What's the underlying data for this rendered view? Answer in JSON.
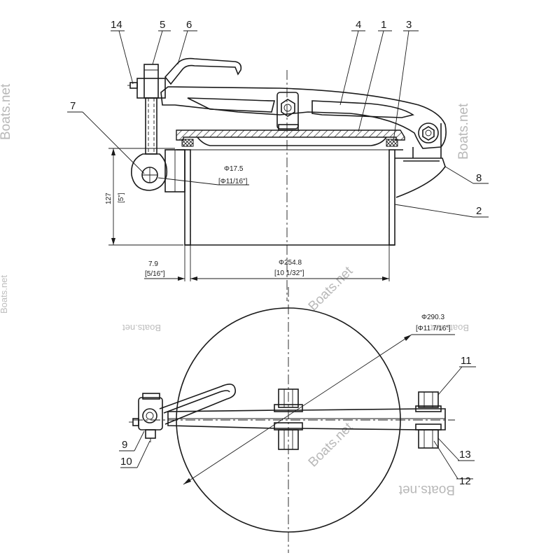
{
  "watermark": {
    "text": "Boats.net"
  },
  "callouts": {
    "p1": "1",
    "p2": "2",
    "p3": "3",
    "p4": "4",
    "p5": "5",
    "p6": "6",
    "p7": "7",
    "p8": "8",
    "p9": "9",
    "p10": "10",
    "p11": "11",
    "p12": "12",
    "p13": "13",
    "p14": "14"
  },
  "dimensions": {
    "pin_dia_mm": "Φ17.5",
    "pin_dia_in": "[Φ11/16\"]",
    "height_mm": "127",
    "height_in": "[5\"]",
    "wall_mm": "7.9",
    "wall_in": "[5/16\"]",
    "bore_dia_mm": "Φ254.8",
    "bore_dia_in": "[10 1/32\"]",
    "outer_dia_mm": "Φ290.3",
    "outer_dia_in": "[Φ11 7/16\"]"
  }
}
